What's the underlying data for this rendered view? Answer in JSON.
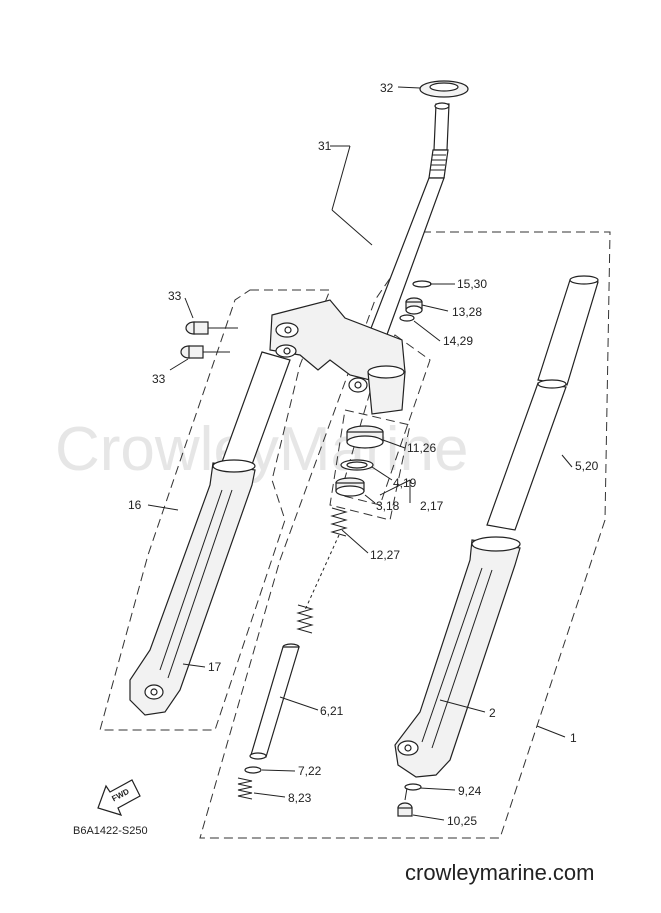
{
  "watermark": "CrowleyMarine",
  "site_url": "crowleymarine.com",
  "diagram_code": "B6A1422-S250",
  "fwd_label": "FWD",
  "callouts": {
    "c1": "1",
    "c2": "2",
    "c2_17": "2,17",
    "c3_18": "3,18",
    "c4_19": "4,19",
    "c5_20": "5,20",
    "c6_21": "6,21",
    "c7_22": "7,22",
    "c8_23": "8,23",
    "c9_24": "9,24",
    "c10_25": "10,25",
    "c11_26": "11,26",
    "c12_27": "12,27",
    "c13_28": "13,28",
    "c14_29": "14,29",
    "c15_30": "15,30",
    "c16": "16",
    "c17": "17",
    "c31": "31",
    "c32": "32",
    "c33a": "33",
    "c33b": "33"
  }
}
